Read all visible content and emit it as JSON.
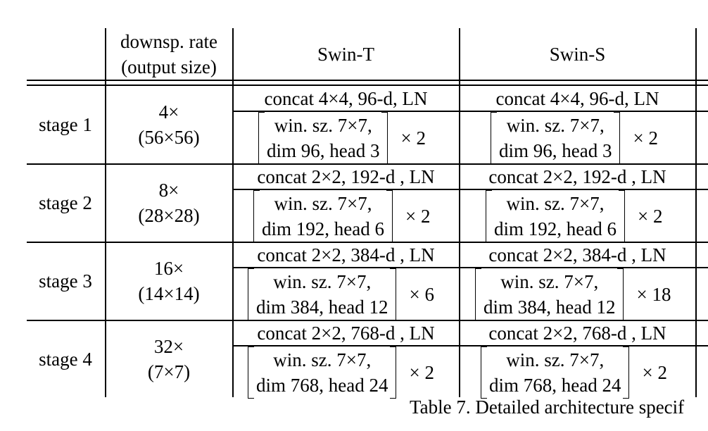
{
  "table": {
    "headers": {
      "col1_line1": "downsp. rate",
      "col1_line2": "(output size)",
      "col2": "Swin-T",
      "col3": "Swin-S"
    },
    "stages": [
      {
        "name": "stage 1",
        "rate": "4×",
        "size": "(56×56)",
        "swin_t": {
          "concat": "concat 4×4, 96-d, LN",
          "win": "win. sz. 7×7,",
          "dim": "dim 96, head 3",
          "mult": "× 2"
        },
        "swin_s": {
          "concat": "concat 4×4, 96-d, LN",
          "win": "win. sz. 7×7,",
          "dim": "dim 96, head 3",
          "mult": "× 2"
        }
      },
      {
        "name": "stage 2",
        "rate": "8×",
        "size": "(28×28)",
        "swin_t": {
          "concat": "concat 2×2, 192-d , LN",
          "win": "win. sz. 7×7,",
          "dim": "dim 192, head 6",
          "mult": "× 2"
        },
        "swin_s": {
          "concat": "concat 2×2, 192-d , LN",
          "win": "win. sz. 7×7,",
          "dim": "dim 192, head 6",
          "mult": "× 2"
        }
      },
      {
        "name": "stage 3",
        "rate": "16×",
        "size": "(14×14)",
        "swin_t": {
          "concat": "concat 2×2, 384-d , LN",
          "win": "win. sz. 7×7,",
          "dim": "dim 384, head 12",
          "mult": "× 6"
        },
        "swin_s": {
          "concat": "concat 2×2, 384-d , LN",
          "win": "win. sz. 7×7,",
          "dim": "dim 384, head 12",
          "mult": "× 18"
        }
      },
      {
        "name": "stage 4",
        "rate": "32×",
        "size": "(7×7)",
        "swin_t": {
          "concat": "concat 2×2, 768-d , LN",
          "win": "win. sz. 7×7,",
          "dim": "dim 768, head 24",
          "mult": "× 2"
        },
        "swin_s": {
          "concat": "concat 2×2, 768-d , LN",
          "win": "win. sz. 7×7,",
          "dim": "dim 768, head 24",
          "mult": "× 2"
        }
      }
    ]
  },
  "caption": "Table 7. Detailed architecture specif"
}
